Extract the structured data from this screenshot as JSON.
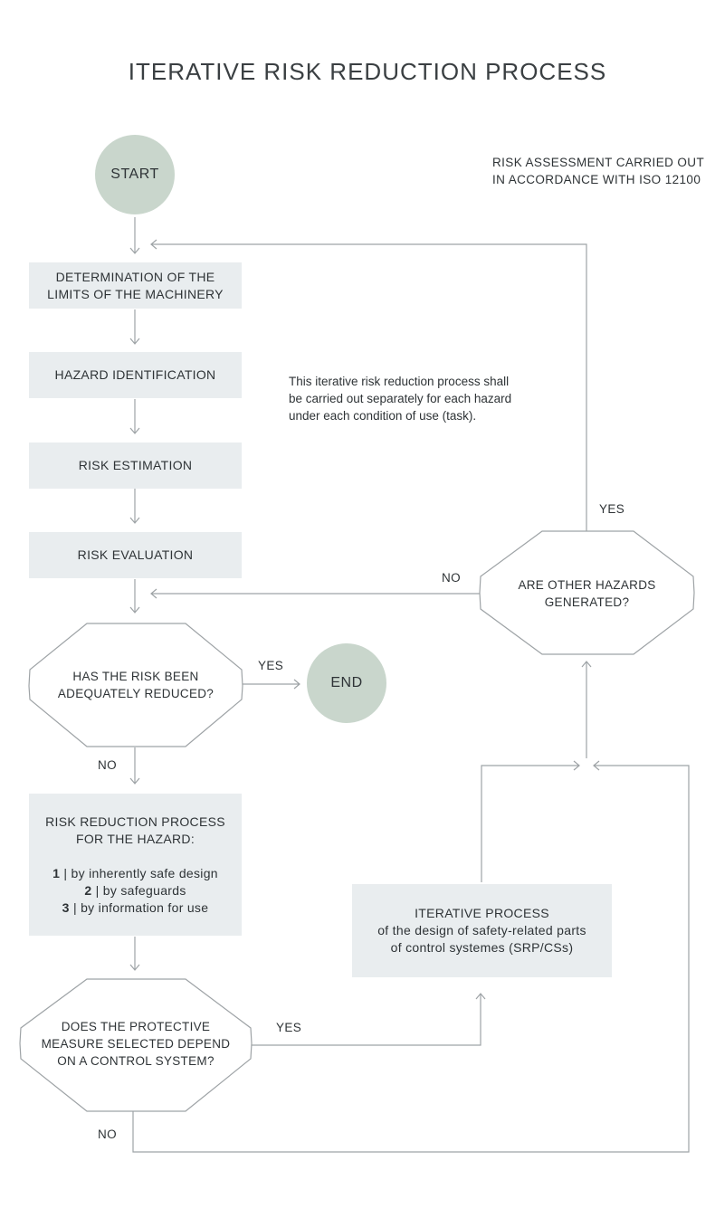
{
  "title": "ITERATIVE RISK REDUCTION PROCESS",
  "note_iso": [
    "RISK ASSESSMENT CARRIED OUT",
    "IN ACCORDANCE WITH ISO 12100"
  ],
  "note_iterative": [
    "This iterative risk reduction process shall",
    "be carried out separately for each hazard",
    "under each condition of use (task)."
  ],
  "start": "START",
  "end": "END",
  "steps": {
    "limits": [
      "DETERMINATION OF THE",
      "LIMITS OF THE MACHINERY"
    ],
    "hazard_identification": "HAZARD IDENTIFICATION",
    "risk_estimation": "RISK ESTIMATION",
    "risk_evaluation": "RISK EVALUATION"
  },
  "decisions": {
    "risk_reduced": [
      "HAS THE RISK BEEN",
      "ADEQUATELY REDUCED?"
    ],
    "control_system": [
      "DOES THE PROTECTIVE",
      "MEASURE SELECTED DEPEND",
      "ON A CONTROL SYSTEM?"
    ],
    "other_hazards": [
      "ARE OTHER HAZARDS",
      "GENERATED?"
    ]
  },
  "risk_reduction": {
    "heading": [
      "RISK REDUCTION PROCESS",
      "FOR THE HAZARD:"
    ],
    "measures": [
      {
        "num": "1",
        "text": "| by inherently safe design"
      },
      {
        "num": "2",
        "text": "| by safeguards"
      },
      {
        "num": "3",
        "text": "| by information for use"
      }
    ]
  },
  "iterative_process": {
    "heading": "ITERATIVE PROCESS",
    "lines": [
      "of the design of safety-related parts",
      "of control systemes (SRP/CSs)"
    ]
  },
  "labels": {
    "yes_end": "YES",
    "no_reduce": "NO",
    "yes_control": "YES",
    "no_control": "NO",
    "yes_hazards": "YES",
    "no_hazards": "NO"
  },
  "colors": {
    "box_fill": "#e9edef",
    "circle_fill": "#c9d6cc",
    "line": "#9ea3a6",
    "text": "#2e3336"
  }
}
